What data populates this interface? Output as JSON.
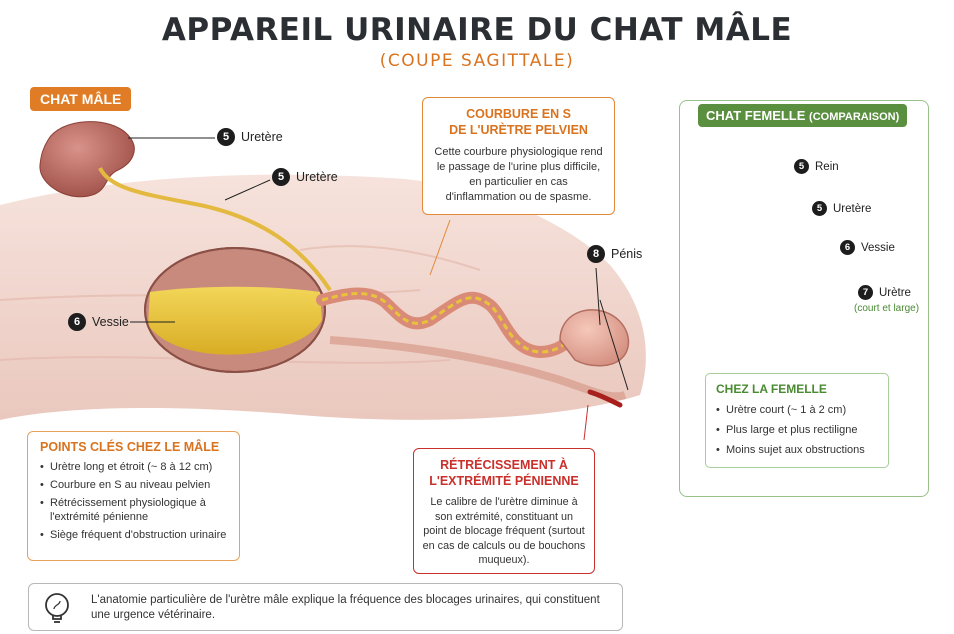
{
  "header": {
    "title": "APPAREIL URINAIRE DU CHAT MÂLE",
    "subtitle": "(COUPE SAGITTALE)"
  },
  "male": {
    "tag": "CHAT MÂLE",
    "labels": {
      "ureter1": {
        "num": "5",
        "text": "Uretère"
      },
      "ureter2": {
        "num": "5",
        "text": "Uretère"
      },
      "bladder": {
        "num": "6",
        "text": "Vessie"
      },
      "penis": {
        "num": "8",
        "text": "Pénis"
      }
    }
  },
  "callout_s": {
    "heading_line1": "COURBURE EN S",
    "heading_line2": "DE L'URÈTRE PELVIEN",
    "body": "Cette courbure physiologique rend le passage de l'urine plus difficile, en particulier en cas d'inflammation ou de spasme."
  },
  "callout_narrow": {
    "heading_line1": "RÉTRÉCISSEMENT À",
    "heading_line2": "L'EXTRÉMITÉ PÉNIENNE",
    "body": "Le calibre de l'urètre diminue à son extrémité, constituant un point de blocage fréquent (surtout en cas de calculs ou de bouchons muqueux)."
  },
  "key_points": {
    "heading": "POINTS CLÉS CHEZ LE MÂLE",
    "items": [
      "Urètre long et étroit (~ 8 à 12 cm)",
      "Courbure en S au niveau pelvien",
      "Rétrécissement physiologique à l'extrémité pénienne",
      "Siège fréquent d'obstruction urinaire"
    ]
  },
  "female": {
    "tag": "CHAT FEMELLE",
    "tag_small": "(COMPARAISON)",
    "labels": {
      "kidney": {
        "num": "5",
        "text": "Rein"
      },
      "ureter": {
        "num": "5",
        "text": "Uretère"
      },
      "bladder": {
        "num": "6",
        "text": "Vessie"
      },
      "urethra": {
        "num": "7",
        "text": "Urètre",
        "sub": "(court et large)"
      }
    },
    "note": {
      "heading": "CHEZ LA FEMELLE",
      "items": [
        "Urètre court (~ 1 à 2 cm)",
        "Plus large et plus rectiligne",
        "Moins sujet aux obstructions"
      ]
    }
  },
  "tip": {
    "icon": "lightbulb-icon",
    "text": "L'anatomie particulière de l'urètre mâle explique la fréquence des blocages urinaires, qui constituent une urgence vétérinaire."
  },
  "colors": {
    "orange": "#d9731f",
    "red": "#c9302c",
    "green": "#5a8f3f",
    "urine": "#e8c33a",
    "tissue": "#f1d7cf"
  }
}
